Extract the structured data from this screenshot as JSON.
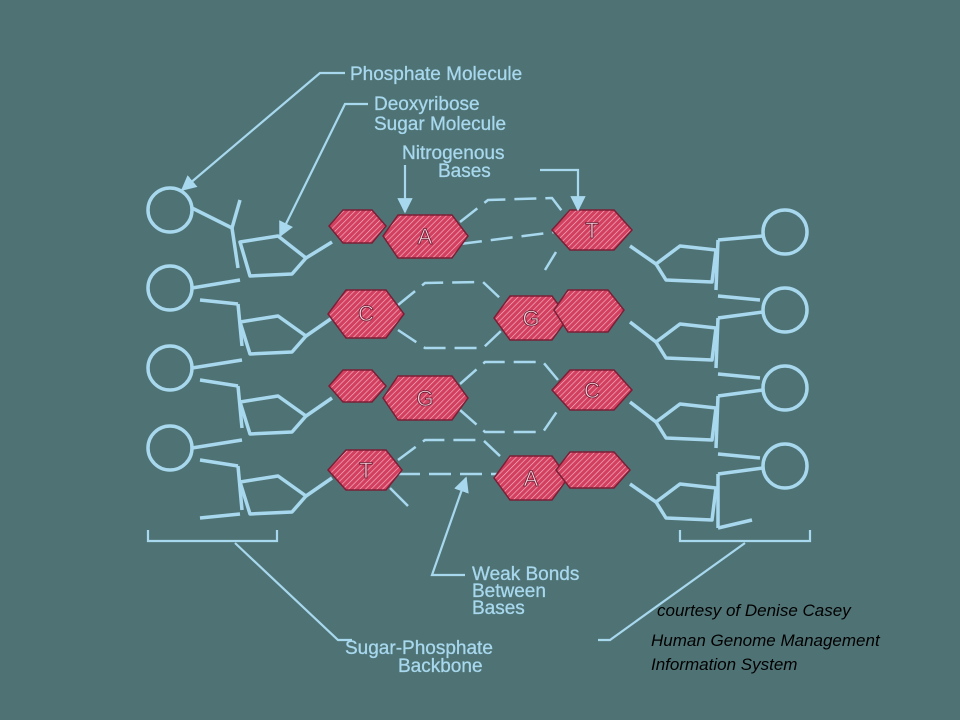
{
  "labels": {
    "phosphate": "Phosphate Molecule",
    "sugar_line1": "Deoxyribose",
    "sugar_line2": "Sugar Molecule",
    "bases_line1": "Nitrogenous",
    "bases_line2": "Bases",
    "bonds_line1": "Weak Bonds",
    "bonds_line2": "Between",
    "bonds_line3": "Bases",
    "backbone_line1": "Sugar-Phosphate",
    "backbone_line2": "Backbone"
  },
  "base_pairs": [
    {
      "left": "A",
      "right": "T"
    },
    {
      "left": "C",
      "right": "G"
    },
    {
      "left": "G",
      "right": "C"
    },
    {
      "left": "T",
      "right": "A"
    }
  ],
  "credit": {
    "line1": "courtesy of Denise Casey",
    "line2": "Human Genome Management",
    "line3": "Information System"
  },
  "colors": {
    "background": "#4f7375",
    "backbone": "#a8d8ee",
    "base_fill": "#d23f5f",
    "text": "#000000"
  }
}
